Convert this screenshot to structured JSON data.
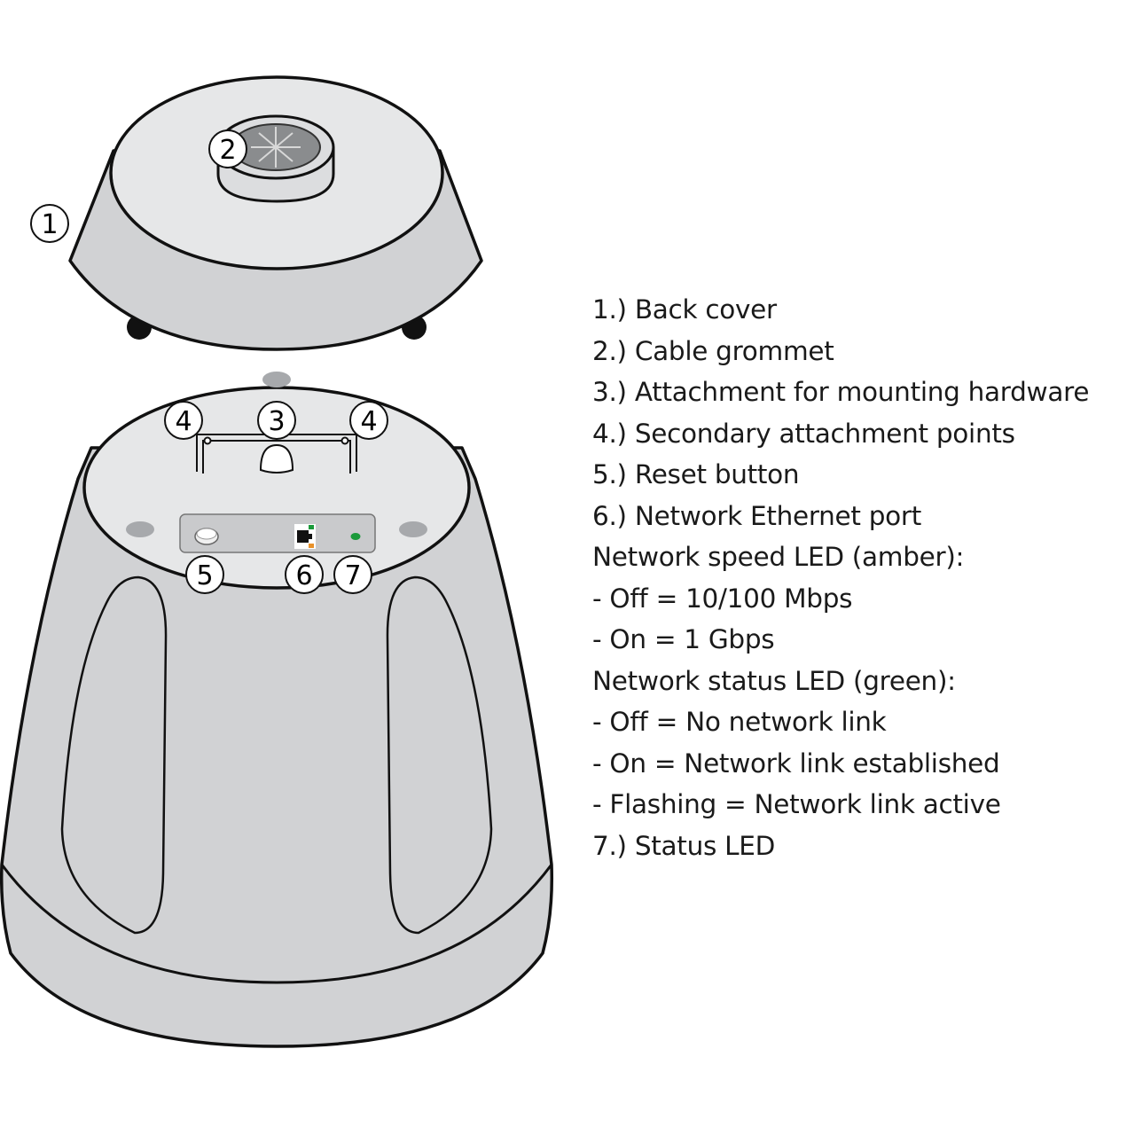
{
  "callouts": {
    "back_cover": "1",
    "cable_grommet": "2",
    "mounting_attachment": "3",
    "secondary_attachment": "4",
    "reset_button": "5",
    "ethernet_port": "6",
    "status_led": "7"
  },
  "legend": [
    "1.) Back cover",
    "2.) Cable grommet",
    "3.) Attachment for mounting hardware",
    "4.) Secondary attachment points",
    "5.) Reset button",
    "6.) Network Ethernet port",
    "Network speed LED (amber):",
    "- Off = 10/100 Mbps",
    "- On = 1 Gbps",
    "Network status LED (green):",
    "- Off = No network link",
    "- On = Network link established",
    "- Flashing = Network link active",
    "7.) Status LED"
  ],
  "colors": {
    "body_fill": "#d1d2d4",
    "top_face_fill": "#e6e7e8",
    "grommet_fill": "#8a8c8e",
    "outline": "#111111",
    "led_green": "#1a9a3a",
    "led_amber": "#e8912a"
  }
}
